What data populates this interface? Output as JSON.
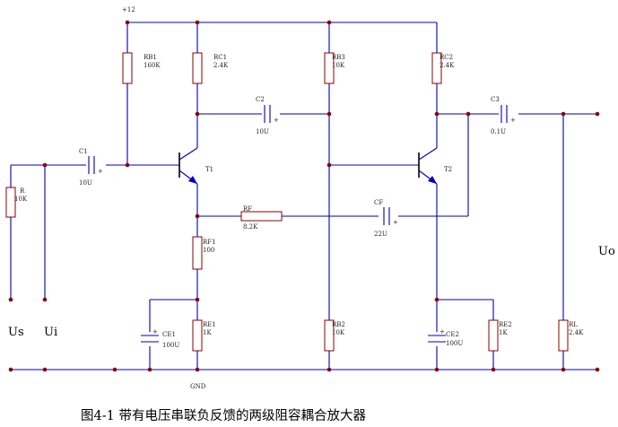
{
  "labels": {
    "vcc": "+12",
    "gnd": "GND",
    "us": "Us",
    "ui": "Ui",
    "uo": "Uo",
    "t1": "T1",
    "t2": "T2"
  },
  "components": {
    "r": {
      "name": "R",
      "value": "10K"
    },
    "rb1": {
      "name": "RB1",
      "value": "160K"
    },
    "rc1": {
      "name": "RC1",
      "value": "2.4K"
    },
    "rb3": {
      "name": "RB3",
      "value": "10K"
    },
    "rc2": {
      "name": "RC2",
      "value": "2.4K"
    },
    "rf": {
      "name": "RF",
      "value": "8.2K"
    },
    "rf1": {
      "name": "RF1",
      "value": "100"
    },
    "re1": {
      "name": "RE1",
      "value": "1K"
    },
    "rb2": {
      "name": "RB2",
      "value": "10K"
    },
    "re2": {
      "name": "RE2",
      "value": "1K"
    },
    "rl": {
      "name": "RL",
      "value": "2.4K"
    },
    "c1": {
      "name": "C1",
      "value": "10U"
    },
    "c2": {
      "name": "C2",
      "value": "10U"
    },
    "c3": {
      "name": "C3",
      "value": "0.1U"
    },
    "cf": {
      "name": "CF",
      "value": "22U"
    },
    "ce1": {
      "name": "CE1",
      "value": "100U"
    },
    "ce2": {
      "name": "CE2",
      "value": "100U"
    }
  },
  "caption": "图4-1   带有电压串联负反馈的两级阻容耦合放大器",
  "colors": {
    "wire": "#0000b8",
    "component": "#8b0000",
    "text": "#000000"
  }
}
